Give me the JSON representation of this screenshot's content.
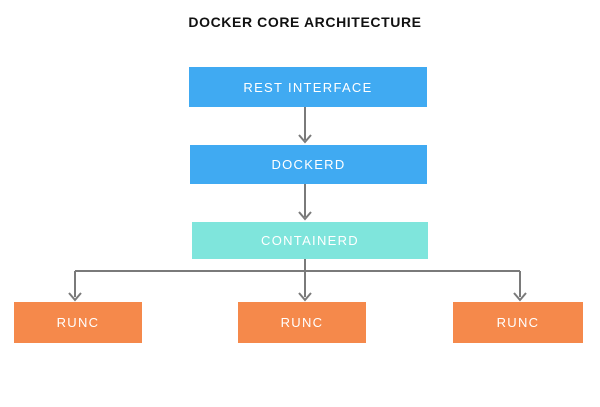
{
  "title": "DOCKER CORE ARCHITECTURE",
  "colors": {
    "blue": "#40aaf2",
    "teal": "#7fe5dc",
    "orange": "#f5894b",
    "connector_line": "#7a7a7a",
    "node_text": "#ffffff",
    "title_text": "#111111",
    "background": "#ffffff"
  },
  "nodes": [
    {
      "id": "rest-interface",
      "label": "REST INTERFACE",
      "color": "#40aaf2"
    },
    {
      "id": "dockerd",
      "label": "DOCKERD",
      "color": "#40aaf2"
    },
    {
      "id": "containerd",
      "label": "CONTAINERD",
      "color": "#7fe5dc"
    },
    {
      "id": "runc-left",
      "label": "RUNC",
      "color": "#f5894b"
    },
    {
      "id": "runc-middle",
      "label": "RUNC",
      "color": "#f5894b"
    },
    {
      "id": "runc-right",
      "label": "RUNC",
      "color": "#f5894b"
    }
  ],
  "edges": [
    {
      "from": "rest-interface",
      "to": "dockerd"
    },
    {
      "from": "dockerd",
      "to": "containerd"
    },
    {
      "from": "containerd",
      "to": "runc-left"
    },
    {
      "from": "containerd",
      "to": "runc-middle"
    },
    {
      "from": "containerd",
      "to": "runc-right"
    }
  ]
}
